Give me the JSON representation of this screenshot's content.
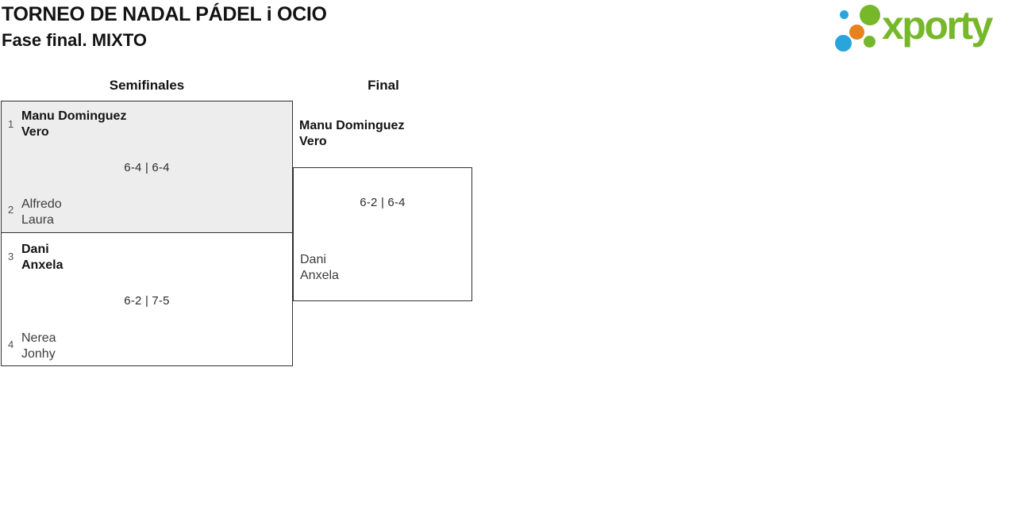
{
  "header": {
    "title": "TORNEO DE NADAL PÁDEL i OCIO",
    "subtitle": "Fase final. MIXTO"
  },
  "logo": {
    "wordmark": "xporty",
    "colors": {
      "green": "#76b82a",
      "blue": "#29a4dc",
      "orange": "#e8821e"
    }
  },
  "bracket": {
    "rounds": [
      {
        "label": "Semifinales",
        "matches": [
          {
            "top": {
              "seed": "1",
              "lines": [
                "Manu Dominguez",
                "Vero"
              ],
              "winner": true
            },
            "score": "6-4 | 6-4",
            "bottom": {
              "seed": "2",
              "lines": [
                "Alfredo",
                "Laura"
              ],
              "winner": false
            },
            "highlighted": true
          },
          {
            "top": {
              "seed": "3",
              "lines": [
                "Dani",
                "Anxela"
              ],
              "winner": true
            },
            "score": "6-2 | 7-5",
            "bottom": {
              "seed": "4",
              "lines": [
                "Nerea",
                "Jonhy"
              ],
              "winner": false
            },
            "highlighted": false
          }
        ]
      },
      {
        "label": "Final",
        "matches": [
          {
            "top": {
              "seed": "",
              "lines": [
                "Manu Dominguez",
                "Vero"
              ],
              "winner": true
            },
            "score": "6-2 | 6-4",
            "bottom": {
              "seed": "",
              "lines": [
                "Dani",
                "Anxela"
              ],
              "winner": false
            },
            "highlighted": false
          }
        ]
      }
    ]
  },
  "colors": {
    "highlight_bg": "#ededed",
    "box_border": "#303030",
    "winner_text": "#131313",
    "loser_text": "#3c3c3c",
    "seed_text": "#4f4f4f",
    "score_text": "#2d2d2d"
  }
}
